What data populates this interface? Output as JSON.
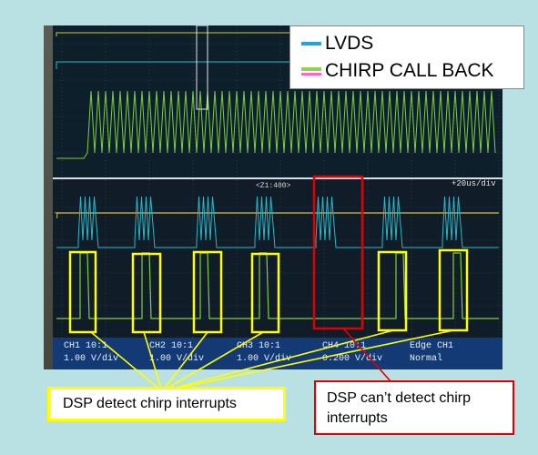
{
  "legend": {
    "items": [
      {
        "label": "LVDS",
        "color": "#1fa5e0"
      },
      {
        "label": "CHIRP CALL BACK",
        "color": "#8fd24f"
      }
    ],
    "extra_color": "#ff66cc"
  },
  "scope": {
    "zoom_label": "<Z1:400>",
    "timebase_label": "+20us/div",
    "channels": [
      {
        "name": "CH1 10:1",
        "scale": "1.00 V/div"
      },
      {
        "name": "CH2 10:1",
        "scale": "1.00 V/div"
      },
      {
        "name": "CH3 10:1",
        "scale": "1.00 V/div"
      },
      {
        "name": "CH4 10:1",
        "scale": "0.200 V/div"
      }
    ],
    "trigger": {
      "label": "Edge CH1",
      "mode": "Normal"
    }
  },
  "callouts": {
    "detect": {
      "text": "DSP detect chirp interrupts",
      "border_color": "#ffff00"
    },
    "cannot_detect": {
      "text": "DSP can’t detect chirp interrupts",
      "border_color": "#e00000"
    }
  }
}
